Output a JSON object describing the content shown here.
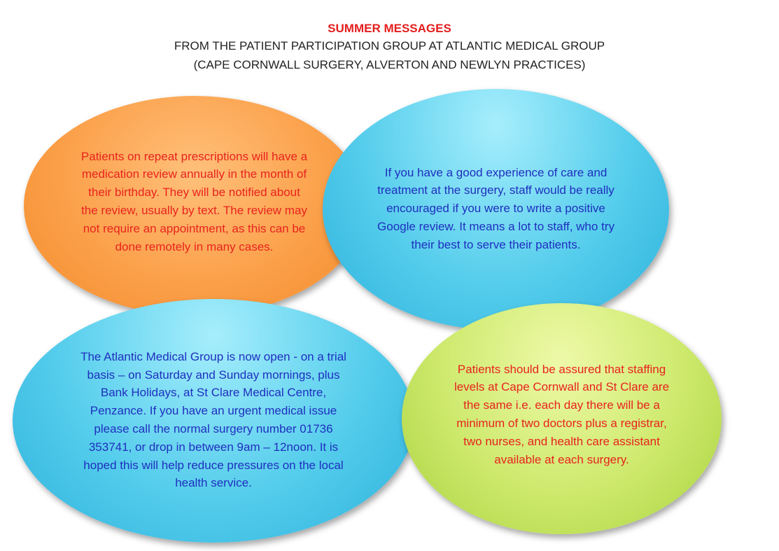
{
  "header": {
    "title": "SUMMER MESSAGES",
    "subtitle_line1": "FROM THE PATIENT PARTICIPATION GROUP AT ATLANTIC MEDICAL GROUP",
    "subtitle_line2": "(CAPE CORNWALL SURGERY, ALVERTON AND NEWLYN PRACTICES)"
  },
  "messages": [
    {
      "text": "Patients on repeat prescriptions will have a medication review annually in the month of their birthday.  They will be notified about the review, usually by text.  The review may not require an appointment, as this can be done remotely in many cases.",
      "fill_color": "#fba04a",
      "text_color": "#e8231e"
    },
    {
      "text": "If you have a good experience of care and treatment at the surgery, staff would be really encouraged if you were to write a positive Google review.  It means a lot to staff, who try their best to serve their patients.",
      "fill_color": "#55cdec",
      "text_color": "#1f2fbf"
    },
    {
      "text": "The Atlantic Medical Group is now open - on a trial basis – on Saturday and Sunday mornings, plus Bank Holidays, at St Clare Medical Centre, Penzance.  If you have an urgent medical issue please call the normal surgery number 01736 353741, or drop in between 9am – 12noon.  It is hoped this will help reduce pressures on the local health service.",
      "fill_color": "#55cdec",
      "text_color": "#1f2fbf"
    },
    {
      "text": "Patients should be assured that staffing levels at Cape Cornwall and St Clare are the same i.e. each day there will be a minimum of two doctors plus a registrar, two nurses, and health care assistant available at each surgery.",
      "fill_color": "#cde96c",
      "text_color": "#e8231e"
    }
  ]
}
